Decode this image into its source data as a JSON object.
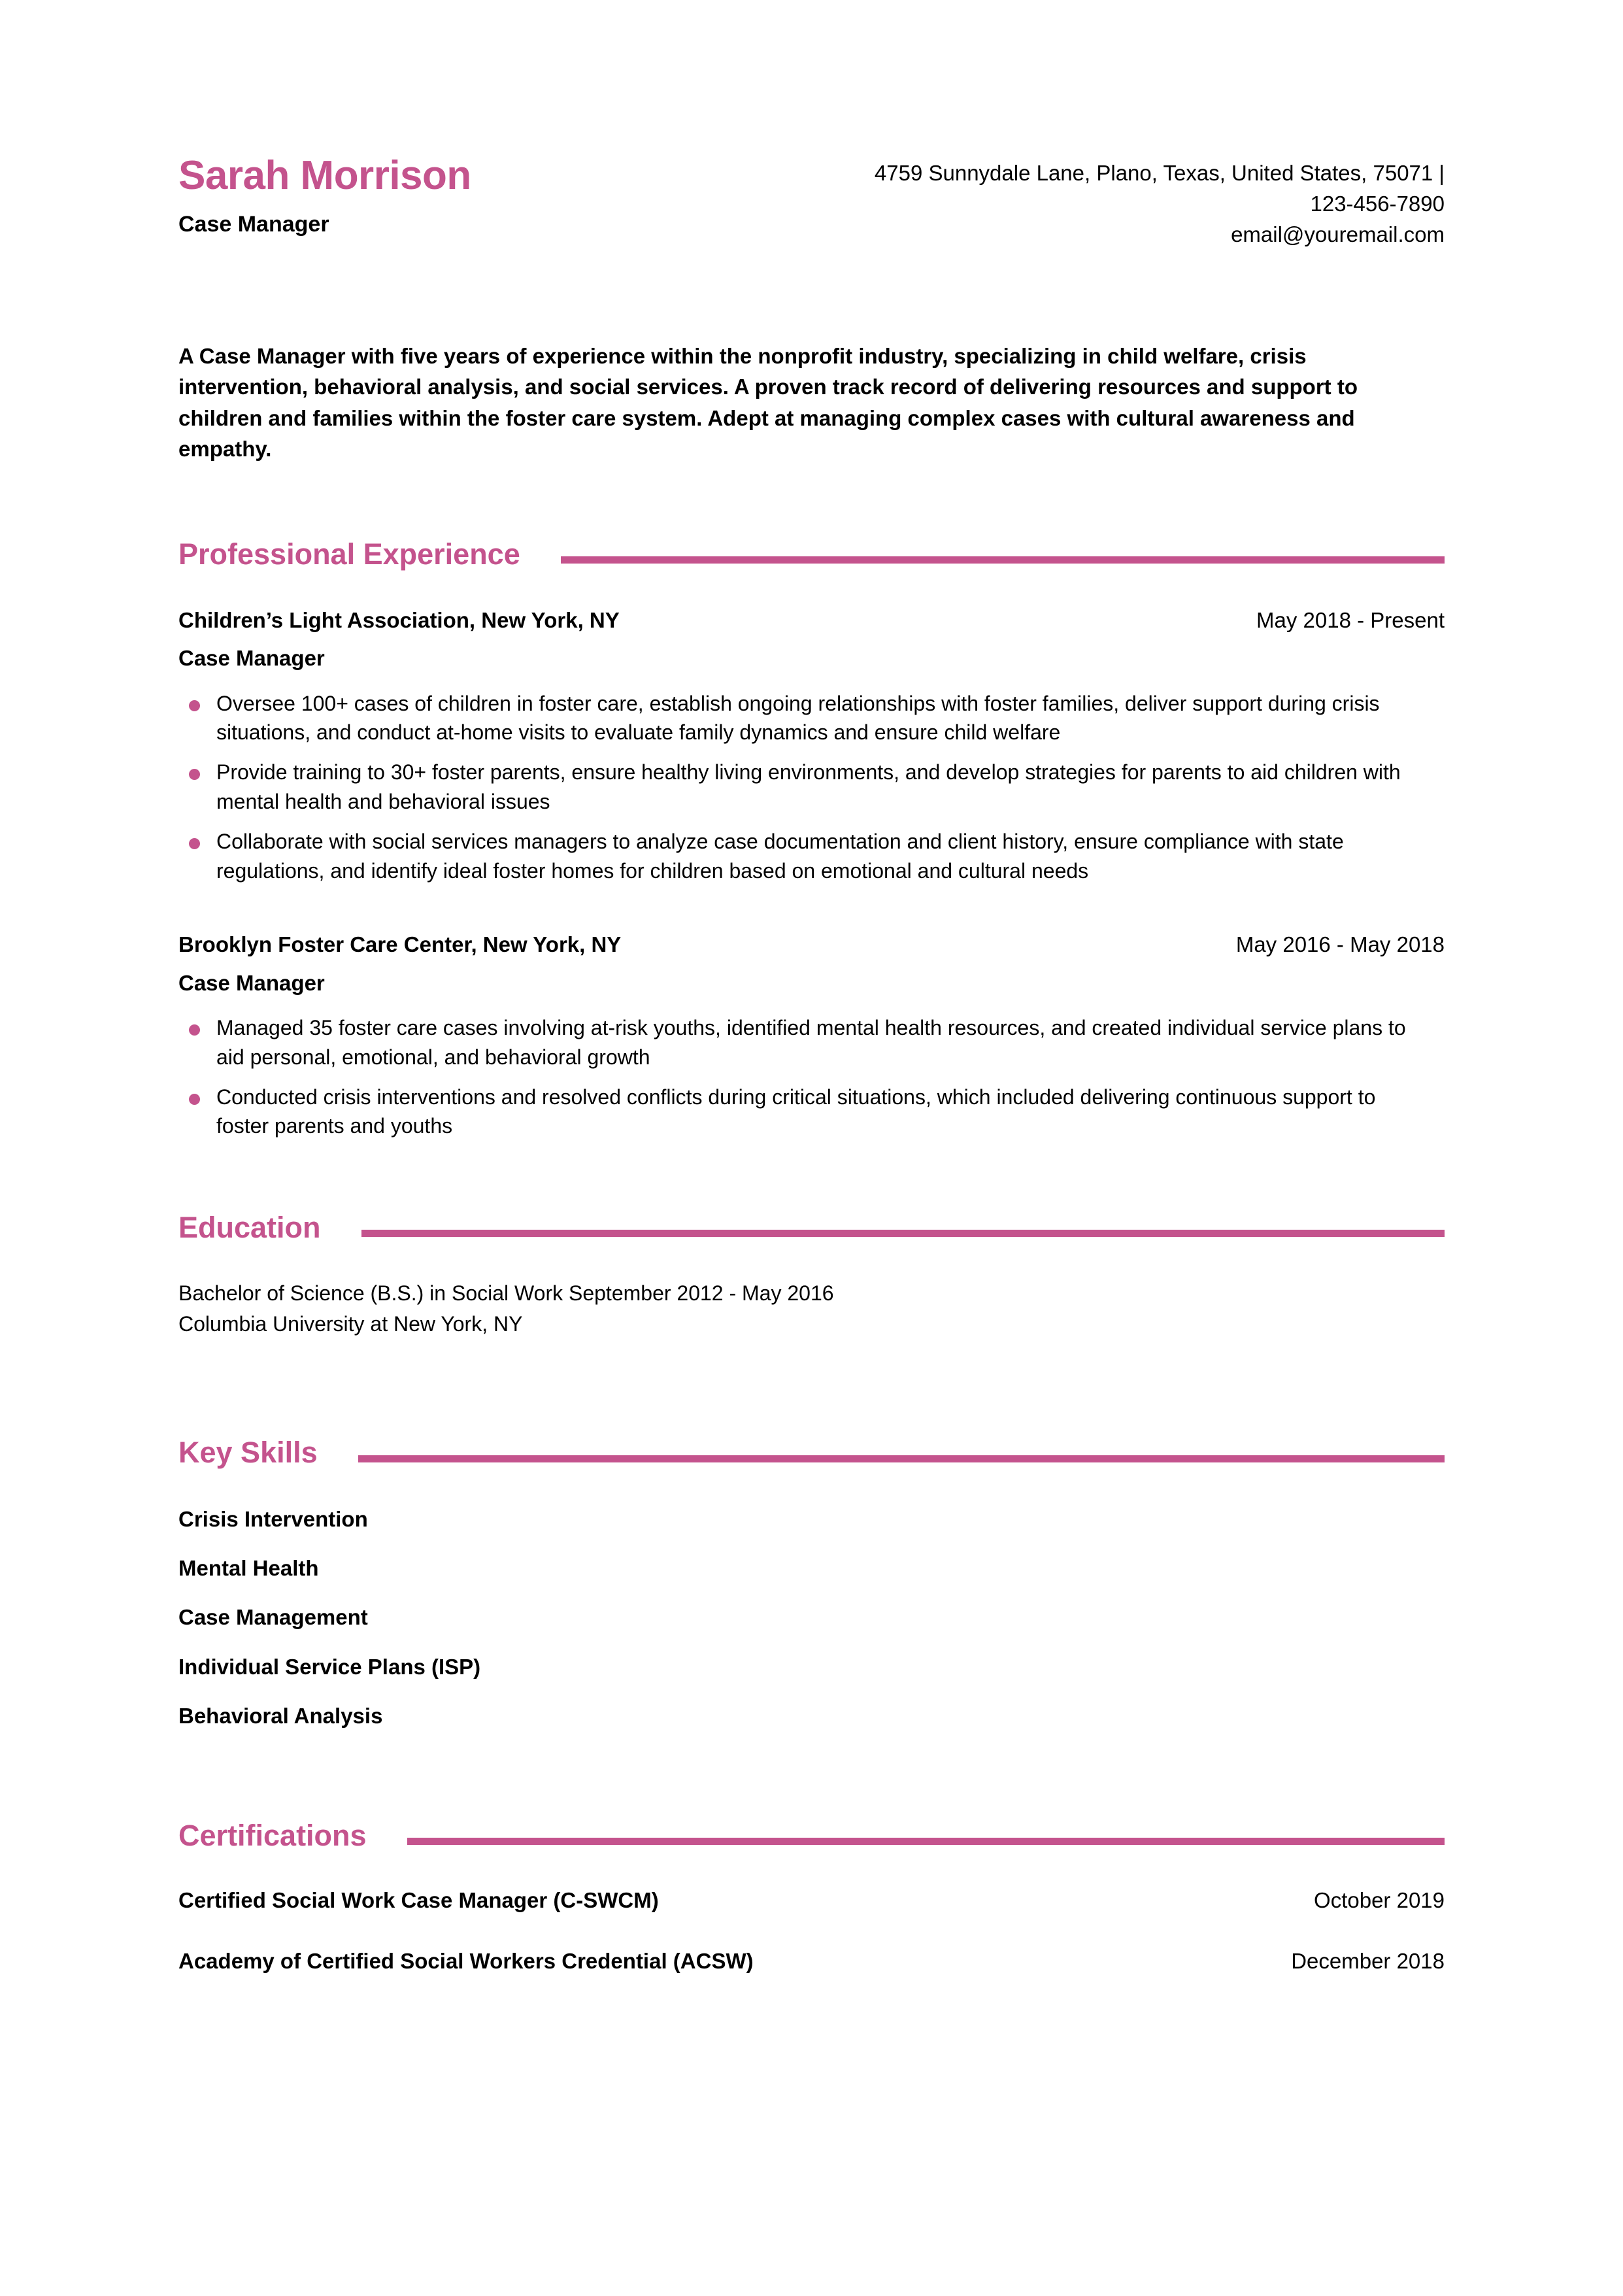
{
  "theme": {
    "accent_color": "#c4538d",
    "text_color": "#000000",
    "background_color": "#ffffff"
  },
  "header": {
    "full_name": "Sarah Morrison",
    "job_title": "Case Manager",
    "contact_line_1": "4759 Sunnydale Lane, Plano, Texas, United States, 75071 |",
    "contact_line_2": "123-456-7890",
    "contact_line_3": "email@youremail.com"
  },
  "summary": {
    "text": "A Case Manager with five years of experience within the nonprofit industry, specializing in child welfare, crisis intervention, behavioral analysis, and social services. A proven track record of delivering resources and support to children and families within the foster care system. Adept at managing complex cases with cultural awareness and empathy."
  },
  "sections": {
    "experience_title": "Professional Experience",
    "education_title": "Education",
    "skills_title": "Key Skills",
    "certifications_title": "Certifications"
  },
  "experience": [
    {
      "company": "Children’s Light Association, New York, NY",
      "dates": "May 2018 - Present",
      "role": "Case Manager",
      "bullets": [
        "Oversee 100+ cases of children in foster care, establish ongoing relationships with foster families, deliver support during crisis situations, and conduct at-home visits to evaluate family dynamics and ensure child welfare",
        "Provide training to 30+ foster parents, ensure healthy living environments, and develop strategies for parents to aid children with mental health and behavioral issues",
        "Collaborate with social services managers to analyze case documentation and client history, ensure compliance with state regulations, and identify ideal foster homes for children based on emotional and cultural needs"
      ]
    },
    {
      "company": "Brooklyn Foster Care Center, New York, NY",
      "dates": "May 2016 - May 2018",
      "role": "Case Manager",
      "bullets": [
        "Managed 35 foster care cases involving at-risk youths, identified mental health resources, and created individual service plans to aid personal, emotional, and behavioral growth",
        "Conducted crisis interventions and resolved conflicts during critical situations, which included delivering continuous support to foster parents and youths"
      ]
    }
  ],
  "education": [
    "Bachelor of Science (B.S.) in Social Work September 2012 - May 2016",
    "Columbia University at New York, NY"
  ],
  "skills": [
    "Crisis Intervention",
    "Mental Health",
    "Case Management",
    "Individual Service Plans (ISP)",
    "Behavioral Analysis"
  ],
  "certifications": [
    {
      "name": "Certified Social Work Case Manager (C-SWCM)",
      "date": "October 2019"
    },
    {
      "name": "Academy of Certified Social Workers Credential (ACSW)",
      "date": "December 2018"
    }
  ]
}
